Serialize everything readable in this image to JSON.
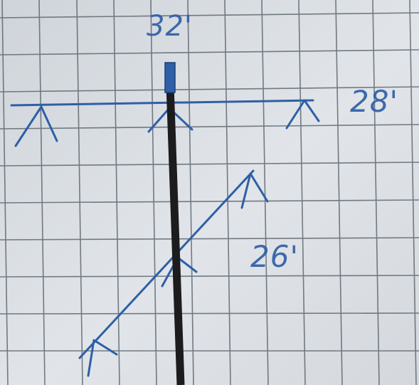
{
  "labels": {
    "vertical_length": "32'",
    "horizontal_length": "28'",
    "diagonal_length": "26'"
  },
  "colors": {
    "paper": "#dde1e6",
    "grid": "#4d5763",
    "ink": "#2f5fa6",
    "marker": "#1c1c1e"
  }
}
